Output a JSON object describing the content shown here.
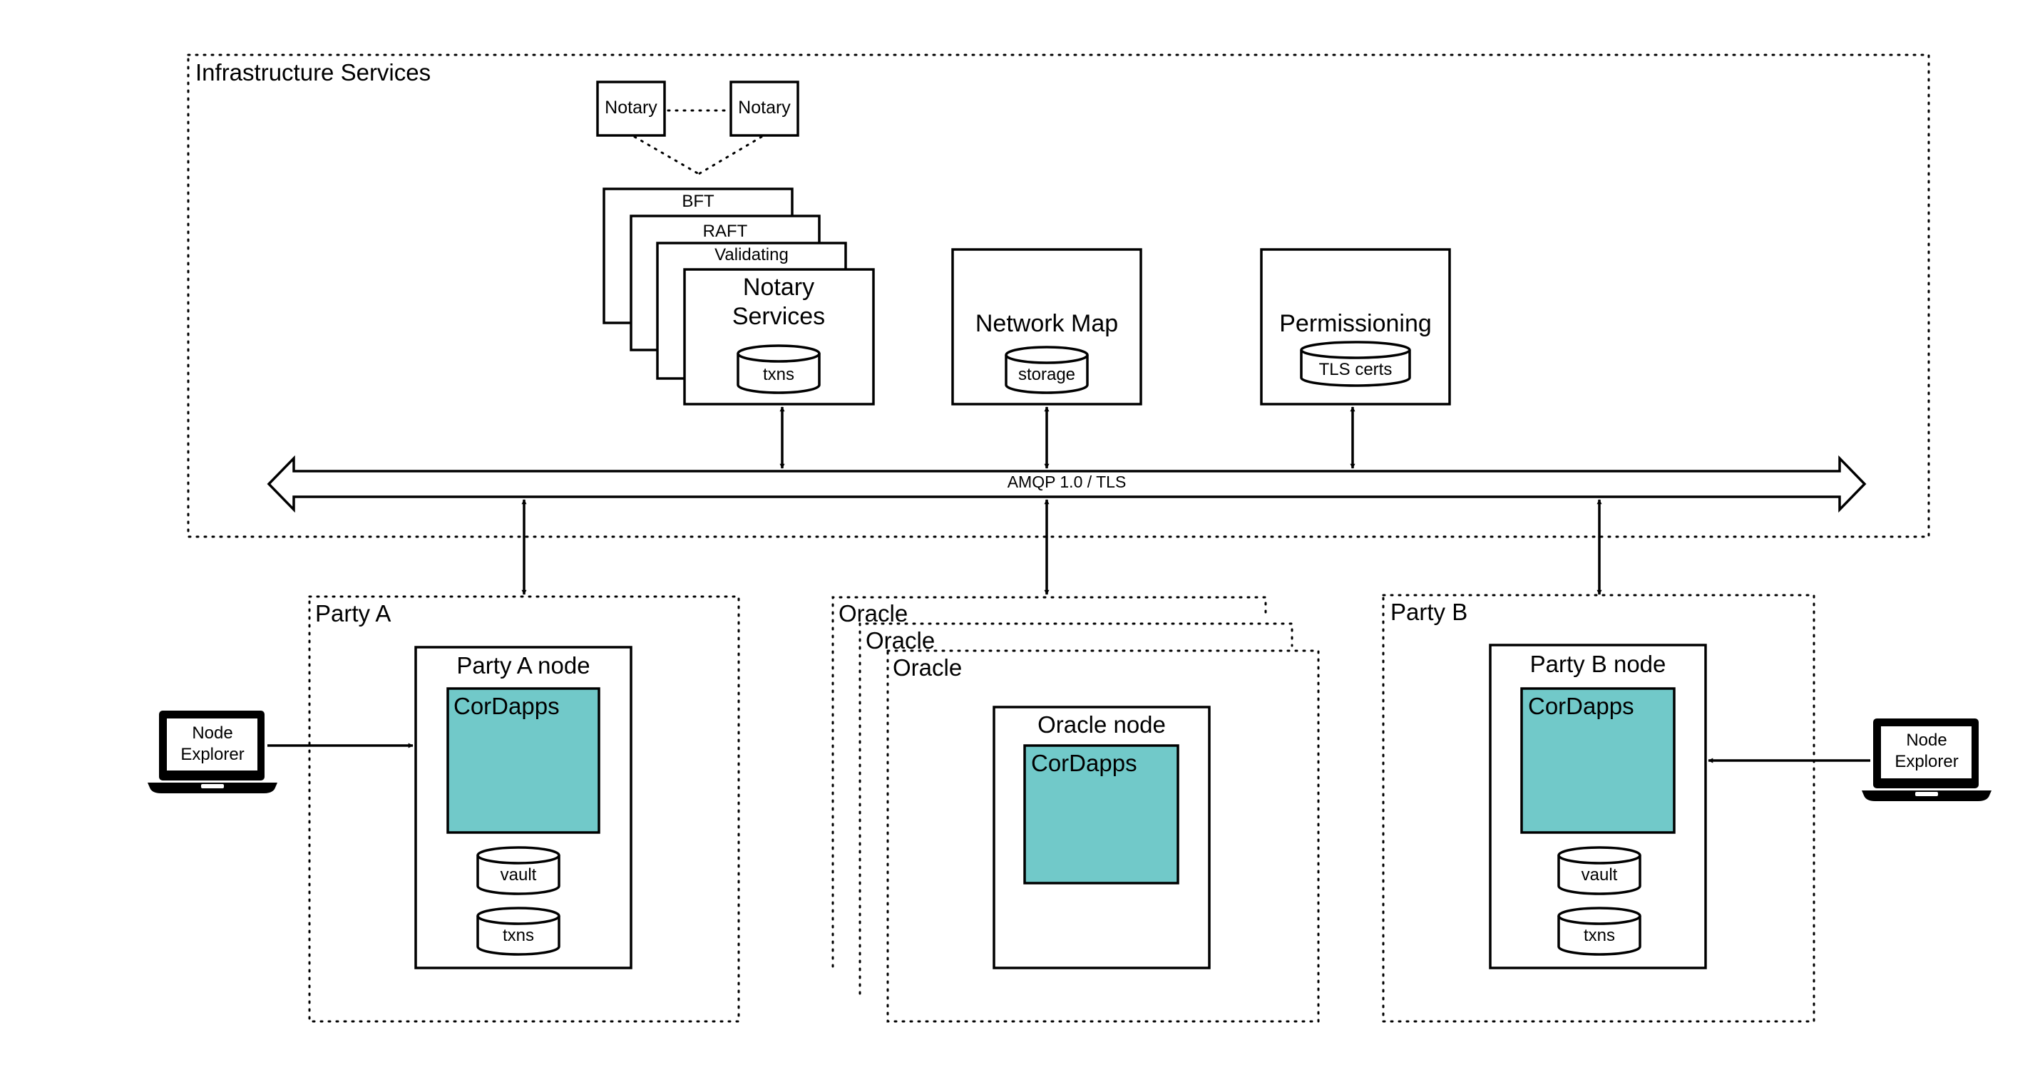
{
  "infrastructure": {
    "title": "Infrastructure Services",
    "notary_a": "Notary",
    "notary_b": "Notary",
    "bft": "BFT",
    "raft": "RAFT",
    "validating": "Validating",
    "notary_services_line1": "Notary",
    "notary_services_line2": "Services",
    "notary_db": "txns",
    "network_map": "Network Map",
    "network_map_db": "storage",
    "permissioning": "Permissioning",
    "permissioning_db": "TLS certs"
  },
  "bus": {
    "label": "AMQP 1.0 / TLS"
  },
  "party_a": {
    "title": "Party A",
    "node": "Party A node",
    "cordapps": "CorDapps",
    "vault": "vault",
    "txns": "txns"
  },
  "oracle": {
    "title_1": "Oracle",
    "title_2": "Oracle",
    "title_3": "Oracle",
    "node": "Oracle node",
    "cordapps": "CorDapps"
  },
  "party_b": {
    "title": "Party B",
    "node": "Party B node",
    "cordapps": "CorDapps",
    "vault": "vault",
    "txns": "txns"
  },
  "explorer_left": {
    "line1": "Node",
    "line2": "Explorer"
  },
  "explorer_right": {
    "line1": "Node",
    "line2": "Explorer"
  },
  "colors": {
    "cordapps_fill": "#71C9C9"
  }
}
